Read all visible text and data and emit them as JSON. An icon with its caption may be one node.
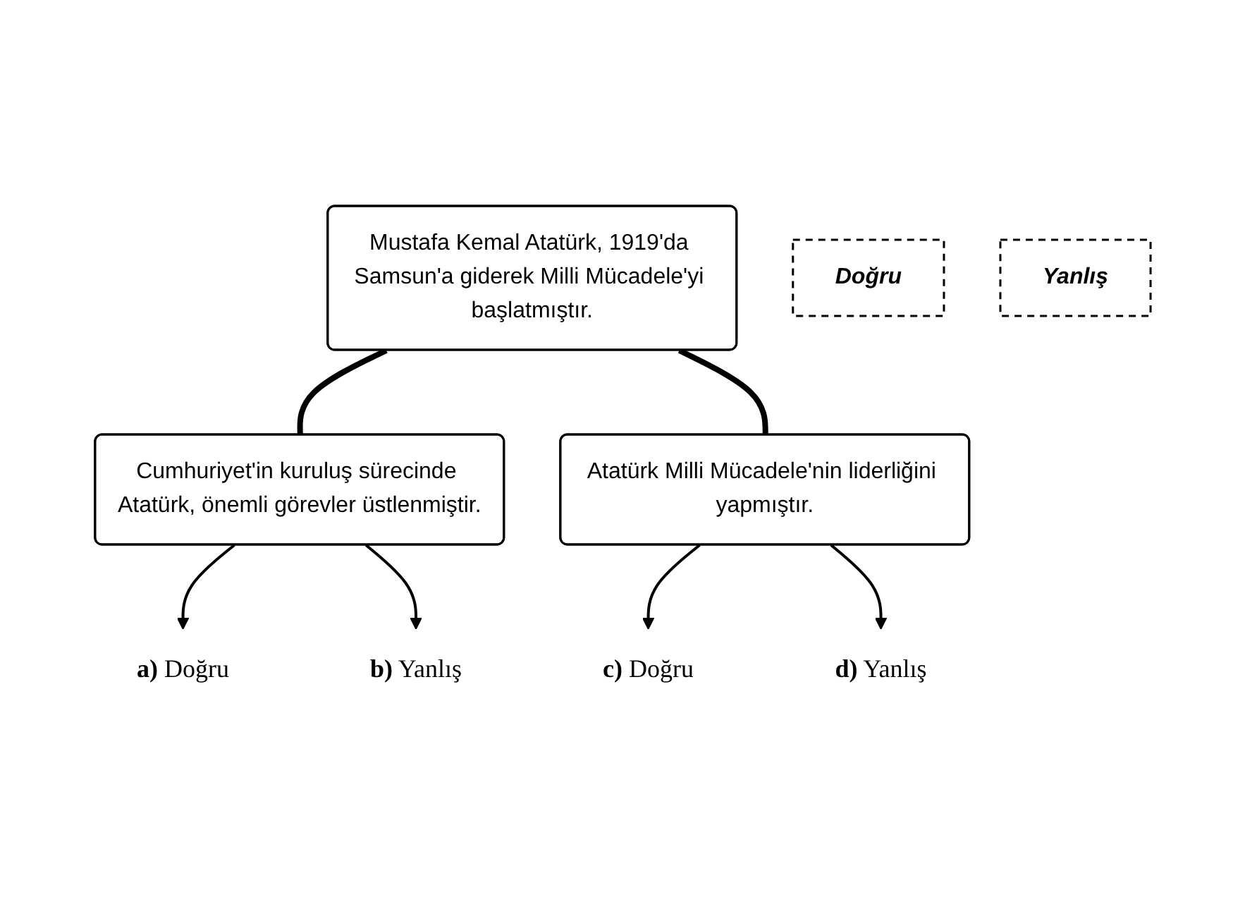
{
  "diagram": {
    "nodes": [
      {
        "text": [
          "Mustafa Kemal Atatürk, 1919'da Samsun'a giderek Milli Mücadele'yi başlatmıştır."
        ]
      },
      {
        "text": [
          "Doğru"
        ]
      },
      {
        "text": [
          "Yanlış"
        ]
      },
      {
        "text": [
          "Cumhuriyet'in kuruluş sürecinde Atatürk, önemli görevler üstlenmiştir."
        ]
      },
      {
        "text": [
          "Atatürk Milli Mücadele'nin liderliğini yapmıştır."
        ]
      },
      {
        "text": [
          "**a)** Doğru"
        ]
      },
      {
        "text": [
          "**b)** Yanlış"
        ]
      },
      {
        "text": [
          "**c)** Doğru"
        ]
      },
      {
        "text": [
          "**d)** Yanlış"
        ]
      }
    ],
    "edges": [
      {
        "from": 0,
        "to": 3,
        "arrow": "none",
        "style": "thick"
      },
      {
        "from": 0,
        "to": 4,
        "arrow": "none",
        "style": "thick"
      },
      {
        "from": 3,
        "to": 5,
        "arrow": "to"
      },
      {
        "from": 3,
        "to": 6,
        "arrow": "to"
      },
      {
        "from": 4,
        "to": 7,
        "arrow": "to"
      },
      {
        "from": 4,
        "to": 8,
        "arrow": "to"
      }
    ]
  }
}
